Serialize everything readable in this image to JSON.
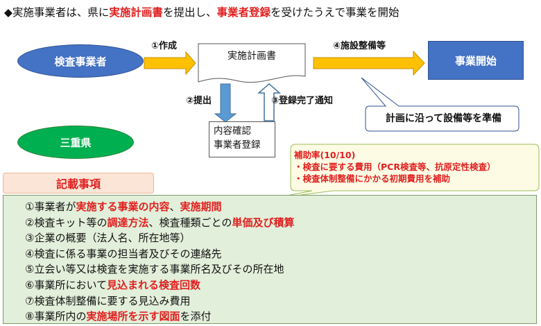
{
  "title": {
    "prefix": "◆実施事業者は、県に",
    "plan": "実施計画書",
    "mid": "を提出し、",
    "registration": "事業者登録",
    "suffix": "を受けたうえで事業を開始"
  },
  "nodes": {
    "inspector": "検査事業者",
    "mie": "三重県",
    "plan_doc": "実施計画書",
    "start": "事業開始",
    "confirm_lines": [
      "内容確認",
      "事業者登録"
    ]
  },
  "arrows": {
    "create": "①作成",
    "submit": "②提出",
    "register_done": "③登録完了通知",
    "facility": "④施設整備等"
  },
  "callouts": {
    "prepare": "計画に沿って設備等を準備",
    "subsidy_title": "補助率(10/10)",
    "subsidy_items": [
      "・検査に要する費用（PCR検査等、抗原定性検査）",
      "・検査体制整備にかかる初期費用を補助"
    ]
  },
  "requirements": {
    "heading": "記載事項",
    "items": [
      [
        {
          "t": "①事業者が"
        },
        {
          "t": "実施する事業の内容",
          "hl": true
        },
        {
          "t": "、"
        },
        {
          "t": "実施期間",
          "hl": true
        }
      ],
      [
        {
          "t": "②検査キット等の"
        },
        {
          "t": "調達方法",
          "hl": true
        },
        {
          "t": "、検査種類ごとの"
        },
        {
          "t": "単価及び積算",
          "hl": true
        }
      ],
      [
        {
          "t": "③企業の概要（法人名、所在地等）"
        }
      ],
      [
        {
          "t": "④検査に係る事業の担当者及びその連絡先"
        }
      ],
      [
        {
          "t": "⑤立会い等又は検査を実施する事業所名及びその所在地"
        }
      ],
      [
        {
          "t": "⑥事業所において"
        },
        {
          "t": "見込まれる検査回数",
          "hl": true
        }
      ],
      [
        {
          "t": "⑦検査体制整備に要する見込み費用"
        }
      ],
      [
        {
          "t": "⑧事業所内の"
        },
        {
          "t": "実施場所を示す図面",
          "hl": true
        },
        {
          "t": "を添付"
        }
      ]
    ]
  },
  "colors": {
    "blue": "#4472c4",
    "green": "#00b050",
    "orange": "#ffc000",
    "red": "#e02020",
    "arrow_blue": "#5b9bd5",
    "light_green": "#e2efda",
    "callout_yellow": "#fdfbe3"
  }
}
